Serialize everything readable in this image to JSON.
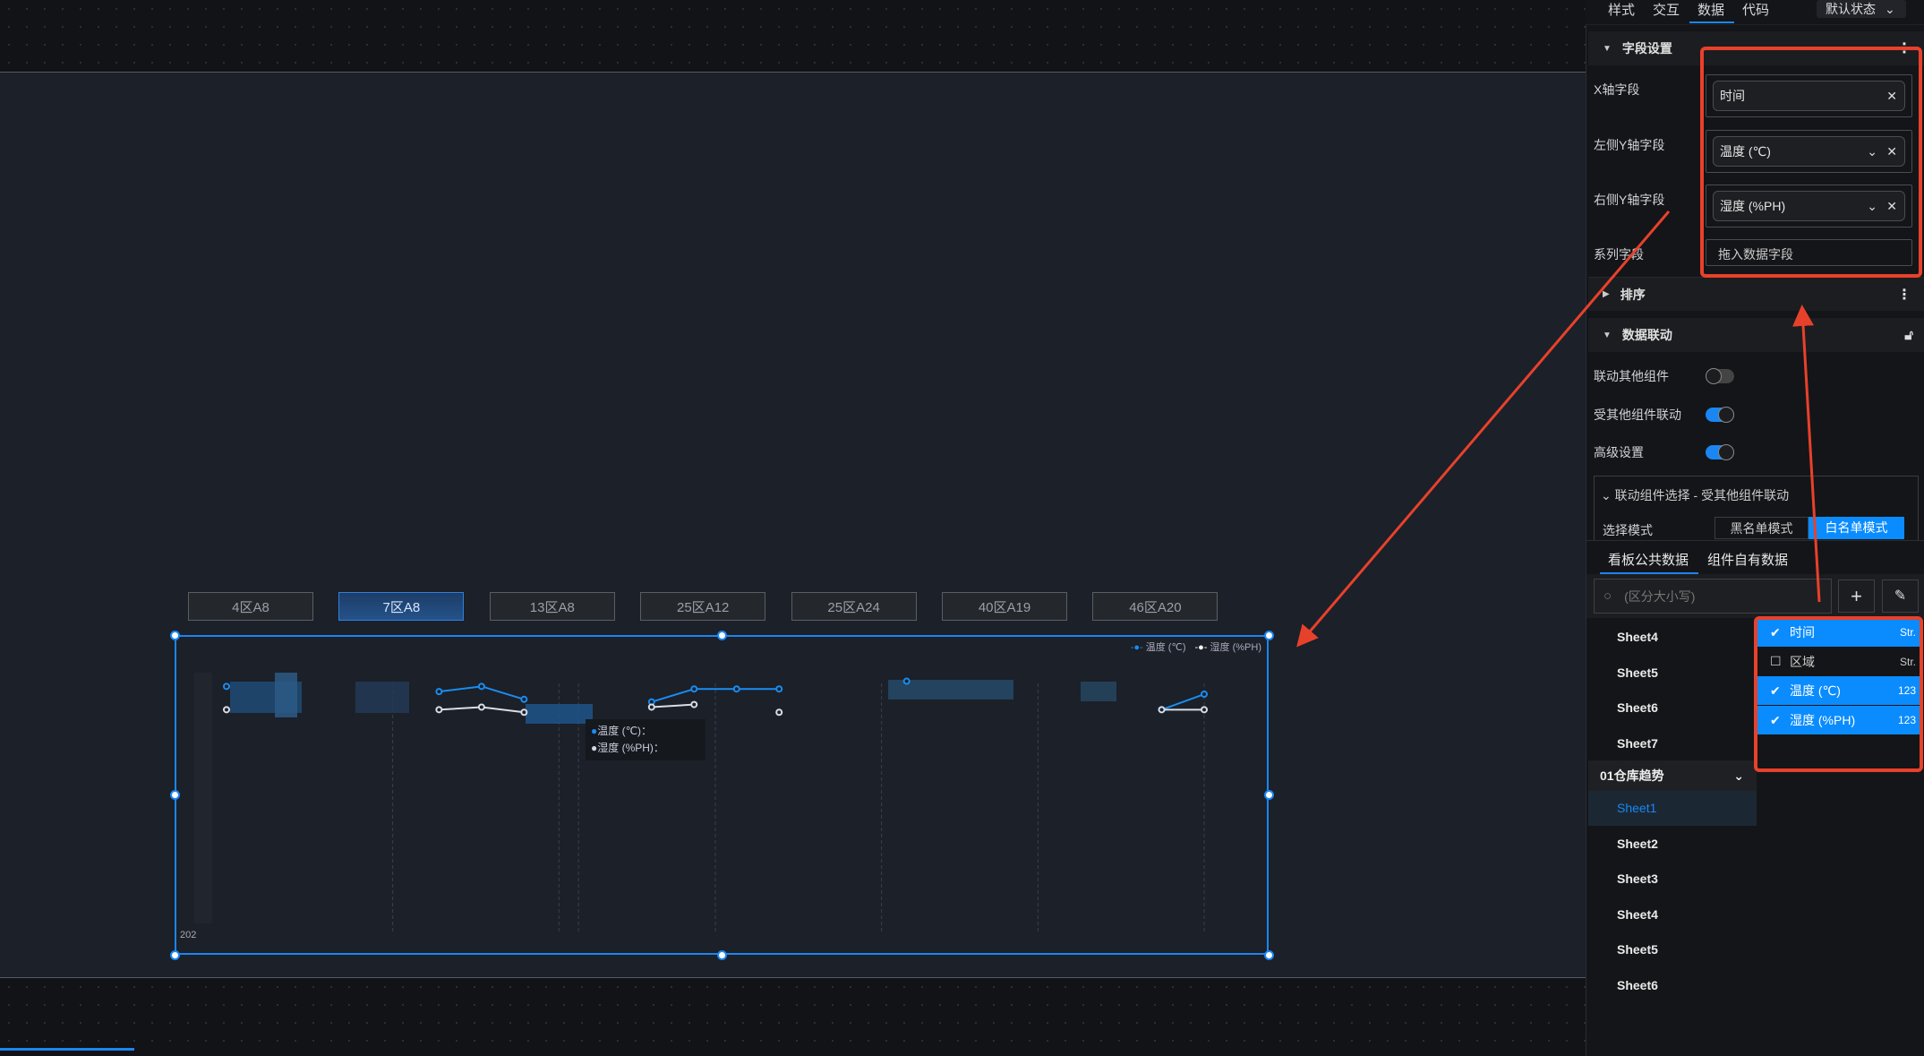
{
  "canvas": {
    "area_tabs": [
      {
        "label": "4区A8"
      },
      {
        "label": "7区A8"
      },
      {
        "label": "13区A8"
      },
      {
        "label": "25区A12"
      },
      {
        "label": "25区A24"
      },
      {
        "label": "40区A19"
      },
      {
        "label": "46区A20"
      }
    ],
    "active_tab": 1,
    "axis_label_fragment": "202",
    "tooltip": {
      "temp": "温度 (℃)：",
      "hum": "湿度 (%PH)："
    }
  },
  "chart_data": {
    "type": "line",
    "legend": [
      "温度 (℃)",
      "湿度 (%PH)"
    ],
    "legend_position": "top-right",
    "ylim": [
      0,
      100
    ],
    "series": [
      {
        "name": "温度 (℃)",
        "color": "#1a8cf0",
        "values": [
          94,
          null,
          null,
          null,
          null,
          92,
          94,
          89,
          null,
          null,
          88,
          93,
          93,
          93,
          null,
          null,
          96,
          null,
          null,
          null,
          null,
          null,
          85,
          91
        ]
      },
      {
        "name": "湿度 (%PH)",
        "color": "#d8dde6",
        "values": [
          85,
          null,
          null,
          null,
          null,
          85,
          86,
          84,
          null,
          null,
          86,
          87,
          null,
          84,
          null,
          null,
          null,
          null,
          null,
          null,
          null,
          null,
          85,
          85
        ]
      }
    ]
  },
  "panel": {
    "tabs": [
      "样式",
      "交互",
      "数据",
      "代码"
    ],
    "active_tab": 2,
    "state_select": "默认状态",
    "field_section": "字段设置",
    "fields": [
      {
        "label": "X轴字段",
        "value": "时间"
      },
      {
        "label": "左侧Y轴字段",
        "value": "温度 (℃)"
      },
      {
        "label": "右侧Y轴字段",
        "value": "湿度 (%PH)"
      },
      {
        "label": "系列字段",
        "placeholder": "拖入数据字段"
      }
    ],
    "sort_section": "排序",
    "link_section": "数据联动",
    "toggles": [
      {
        "label": "联动其他组件",
        "on": false
      },
      {
        "label": "受其他组件联动",
        "on": true
      },
      {
        "label": "高级设置",
        "on": true
      }
    ],
    "link_box_title": "联动组件选择 - 受其他组件联动",
    "mode_label": "选择模式",
    "modes": [
      "黑名单模式",
      "白名单模式"
    ],
    "active_mode": 1,
    "data_tabs": [
      "看板公共数据",
      "组件自有数据"
    ],
    "search_placeholder": "(区分大小写)",
    "sheets_top": [
      "Sheet4",
      "Sheet5",
      "Sheet6",
      "Sheet7"
    ],
    "group": "01仓库趋势",
    "sheets_group": [
      "Sheet1",
      "Sheet2",
      "Sheet3",
      "Sheet4",
      "Sheet5",
      "Sheet6"
    ],
    "dropdown": [
      {
        "label": "时间",
        "type": "Str.",
        "checked": true
      },
      {
        "label": "区域",
        "type": "Str.",
        "checked": false
      },
      {
        "label": "温度 (℃)",
        "type": "123",
        "checked": true
      },
      {
        "label": "湿度 (%PH)",
        "type": "123",
        "checked": true
      }
    ]
  },
  "colors": {
    "accent": "#1a86f2",
    "annotation": "#e8412b"
  }
}
